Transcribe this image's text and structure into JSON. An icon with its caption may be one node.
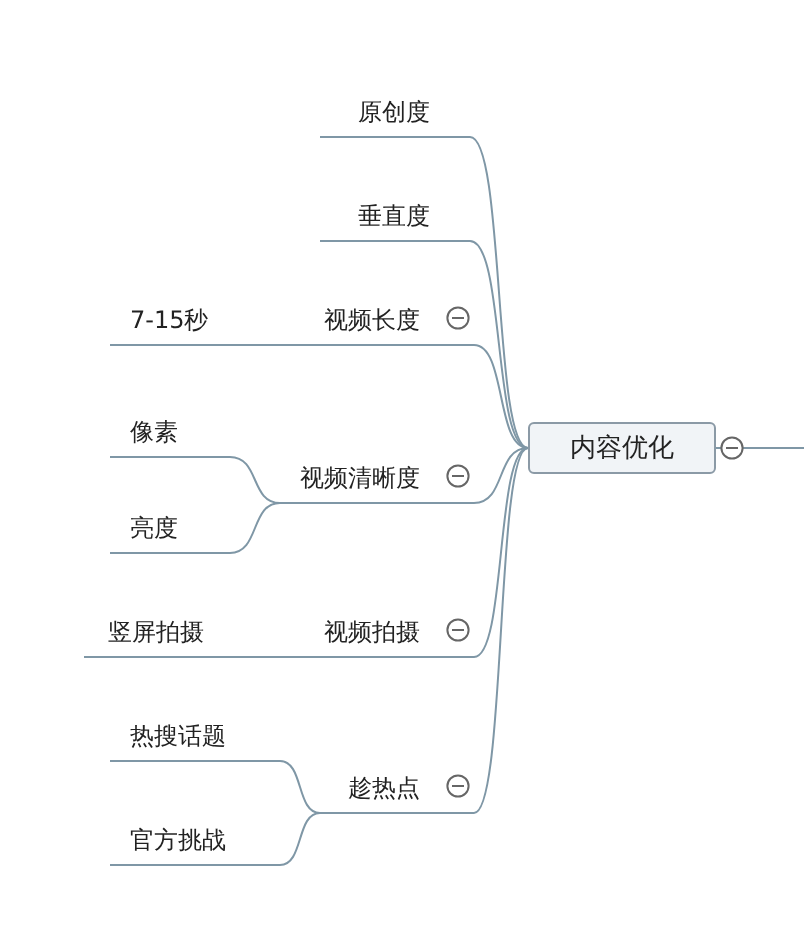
{
  "diagram": {
    "nodes": [
      {
        "text": [
          "内容优化"
        ]
      },
      {
        "text": [
          "原创度"
        ]
      },
      {
        "text": [
          "垂直度"
        ]
      },
      {
        "text": [
          "视频长度"
        ]
      },
      {
        "text": [
          "7-15秒"
        ]
      },
      {
        "text": [
          "视频清晰度"
        ]
      },
      {
        "text": [
          "像素"
        ]
      },
      {
        "text": [
          "亮度"
        ]
      },
      {
        "text": [
          "视频拍摄"
        ]
      },
      {
        "text": [
          "竖屏拍摄"
        ]
      },
      {
        "text": [
          "趁热点"
        ]
      },
      {
        "text": [
          "热搜话题"
        ]
      },
      {
        "text": [
          "官方挑战"
        ]
      }
    ],
    "edges": [
      {
        "from": 0,
        "to": 1,
        "arrow": "none"
      },
      {
        "from": 0,
        "to": 2,
        "arrow": "none"
      },
      {
        "from": 0,
        "to": 3,
        "arrow": "none"
      },
      {
        "from": 0,
        "to": 5,
        "arrow": "none"
      },
      {
        "from": 0,
        "to": 8,
        "arrow": "none"
      },
      {
        "from": 0,
        "to": 10,
        "arrow": "none"
      },
      {
        "from": 3,
        "to": 4,
        "arrow": "none"
      },
      {
        "from": 5,
        "to": 6,
        "arrow": "none"
      },
      {
        "from": 5,
        "to": 7,
        "arrow": "none"
      },
      {
        "from": 8,
        "to": 9,
        "arrow": "none"
      },
      {
        "from": 10,
        "to": 11,
        "arrow": "none"
      },
      {
        "from": 10,
        "to": 12,
        "arrow": "none"
      },
      {
        "from": 0,
        "to": null,
        "arrow": "none"
      }
    ]
  }
}
